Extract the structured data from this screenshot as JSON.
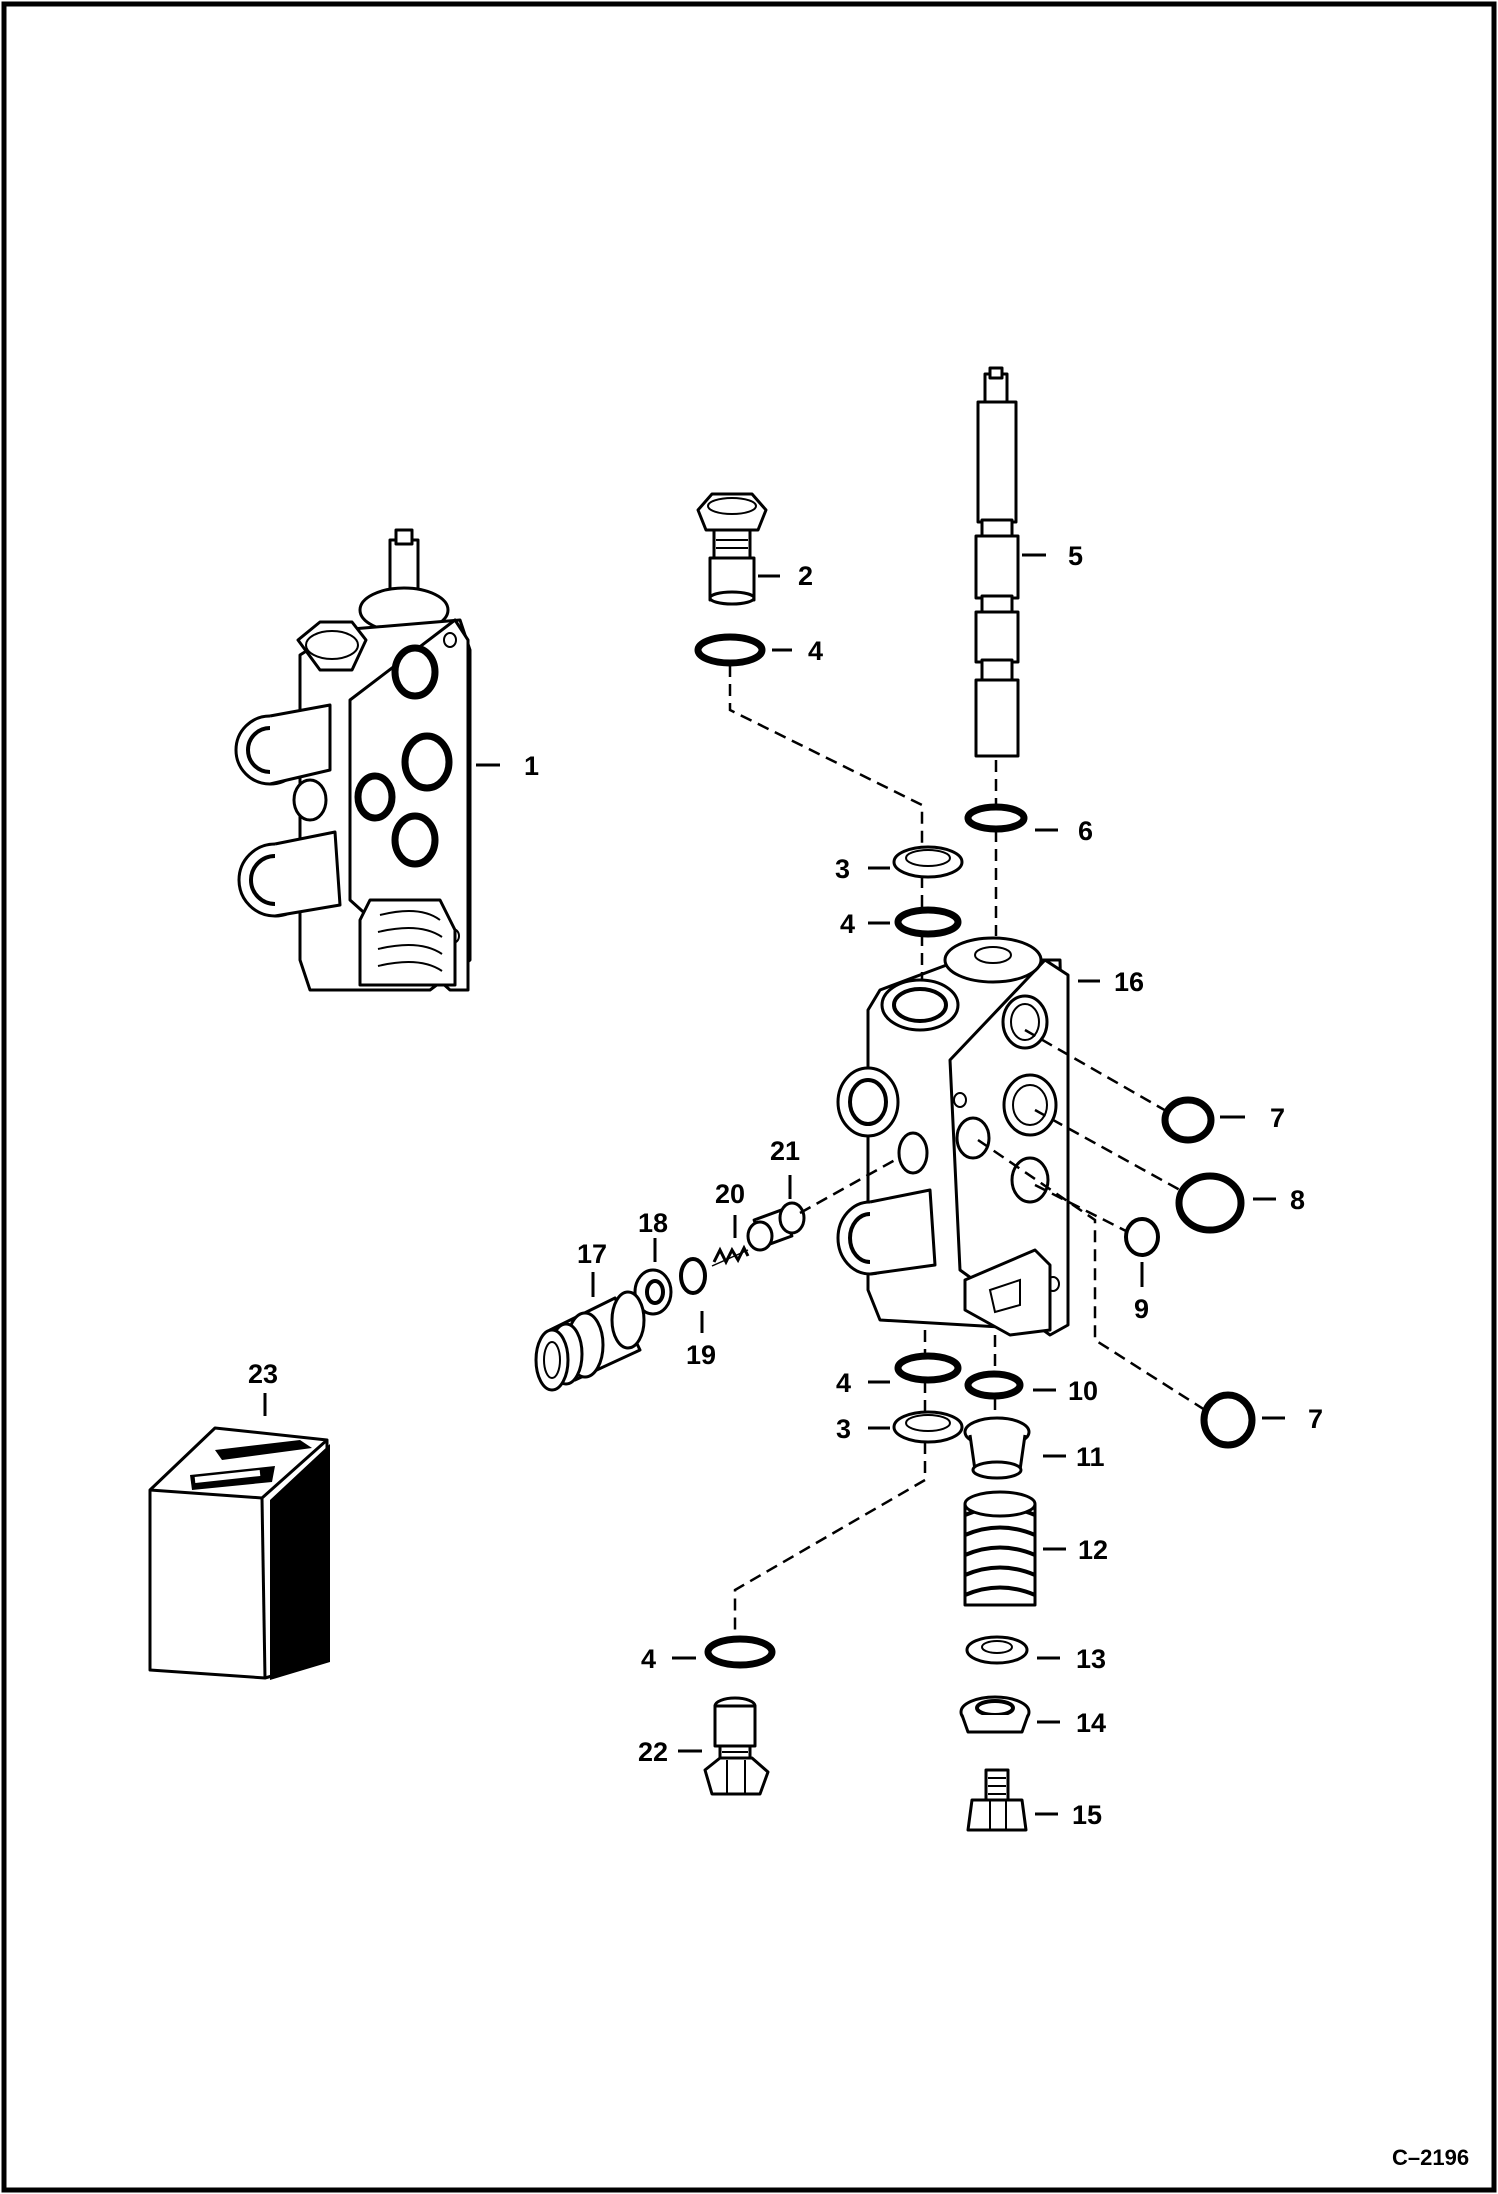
{
  "drawing": {
    "code": "C–2196"
  },
  "callouts": {
    "c1": "1",
    "c2": "2",
    "c3a": "3",
    "c3b": "3",
    "c4a": "4",
    "c4b": "4",
    "c4c": "4",
    "c4d": "4",
    "c5": "5",
    "c6": "6",
    "c7a": "7",
    "c7b": "7",
    "c8": "8",
    "c9": "9",
    "c10": "10",
    "c11": "11",
    "c12": "12",
    "c13": "13",
    "c14": "14",
    "c15": "15",
    "c16": "16",
    "c17": "17",
    "c18": "18",
    "c19": "19",
    "c20": "20",
    "c21": "21",
    "c22": "22",
    "c23": "23"
  }
}
